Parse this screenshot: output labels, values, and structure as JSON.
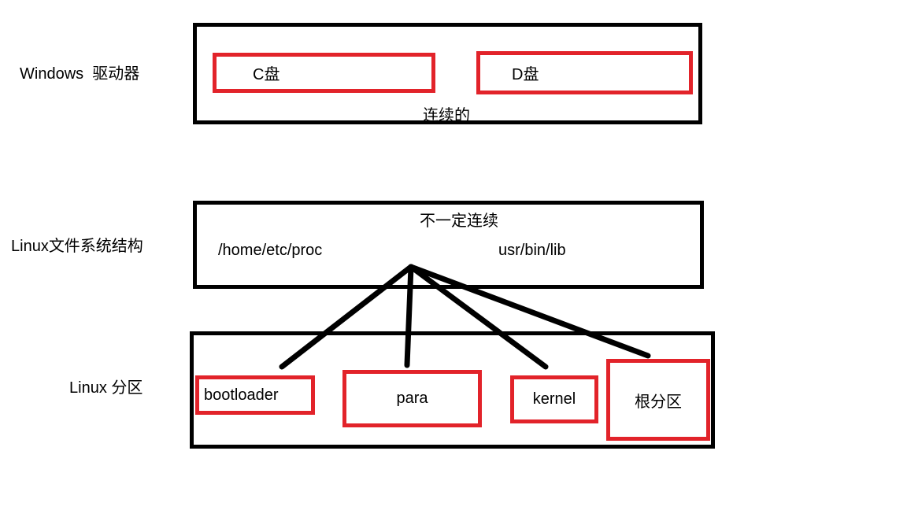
{
  "colors": {
    "outline": "#000000",
    "highlight": "#e2232a",
    "background": "#ffffff"
  },
  "diagram": {
    "windows_section": {
      "label": "Windows  驱动器",
      "drives": [
        {
          "name": "C盘"
        },
        {
          "name": "D盘"
        }
      ],
      "note": "连续的"
    },
    "filesystem_section": {
      "label": "Linux文件系统结构",
      "note": "不一定连续",
      "path_left": "/home/etc/proc",
      "path_right": "usr/bin/lib"
    },
    "partition_section": {
      "label": "Linux 分区",
      "partitions": [
        {
          "name": "bootloader"
        },
        {
          "name": "para"
        },
        {
          "name": "kernel"
        },
        {
          "name": "根分区"
        }
      ]
    }
  }
}
